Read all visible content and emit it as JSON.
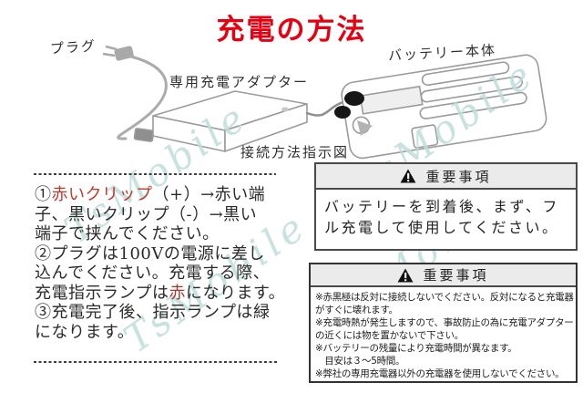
{
  "title": "充電の方法",
  "diagram_labels": {
    "plug": "プラグ",
    "adapter": "専用充電アダプター",
    "battery": "バッテリー本体",
    "connection": "接続方法指示図"
  },
  "instructions": {
    "step1": {
      "prefix": "①",
      "highlight_red": "赤いクリップ",
      "line1_rest": "（+）→赤い端",
      "line2": "子、黒いクリップ（-）→黒い",
      "line3": "端子で挟んでください。"
    },
    "step2": {
      "line1": "②プラグは100Vの電源に差し",
      "line2": "込んでください。充電する際、",
      "line3_pre": "充電指示ランプは",
      "line3_red": "赤",
      "line3_post": "になります。"
    },
    "step3": {
      "line1_pre": "③充電完了後、指示ランプは",
      "line1_end": "緑",
      "line2": "になります。"
    }
  },
  "notice_primary": {
    "header": "重要事項",
    "lines": [
      "バッテリーを到着後、まず、フ",
      "ル充電して使用してください。"
    ]
  },
  "notice_secondary": {
    "header": "重要事項",
    "lines": [
      "※赤黒極は反対に接続しないでください。反対になると充電器",
      "がすぐに壊れます。",
      "※充電時熱が発生しますので、事故防止の為に充電アダプター",
      "の近くには物を置かないで下さい。",
      "※バッテリーの残量により充電時間が異なます。",
      "　目安は３～5時間。",
      "※弊社の専用充電器以外の充電器を使用しないでください。"
    ]
  },
  "watermark": {
    "text": "TsMobile",
    "color": "#bededa"
  },
  "colors": {
    "title_red": "#e60012",
    "highlight_red": "#c0392b",
    "lamp_red": "#a03a30",
    "body_text": "#2b2b2b",
    "box_border": "#333333",
    "box_header_bg": "#ebebeb",
    "line_art": "#9b9b9b"
  }
}
